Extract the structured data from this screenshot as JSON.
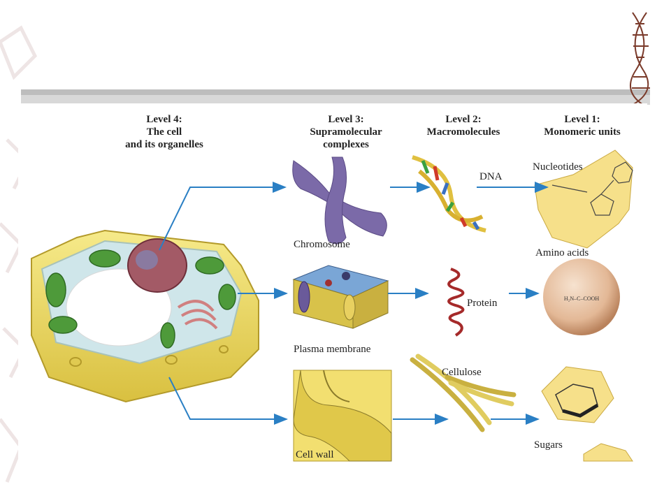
{
  "levels": [
    {
      "title": "Level 4:\nThe cell\nand its organelles"
    },
    {
      "title": "Level 3:\nSupramolecular\ncomplexes"
    },
    {
      "title": "Level 2:\nMacromolecules"
    },
    {
      "title": "Level 1:\nMonomeric units"
    }
  ],
  "labels": {
    "chromosome": "Chromosome",
    "plasma_membrane": "Plasma membrane",
    "cell_wall": "Cell wall",
    "dna": "DNA",
    "protein": "Protein",
    "cellulose": "Cellulose",
    "nucleotides": "Nucleotides",
    "amino_acids": "Amino acids",
    "sugars": "Sugars"
  },
  "colors": {
    "arrow": "#2a7fc4",
    "cell_wall": "#e8d45a",
    "chloroplast": "#4e9a3a",
    "chromosome": "#7b6aa8",
    "amino_sphere": "#e3b896"
  }
}
